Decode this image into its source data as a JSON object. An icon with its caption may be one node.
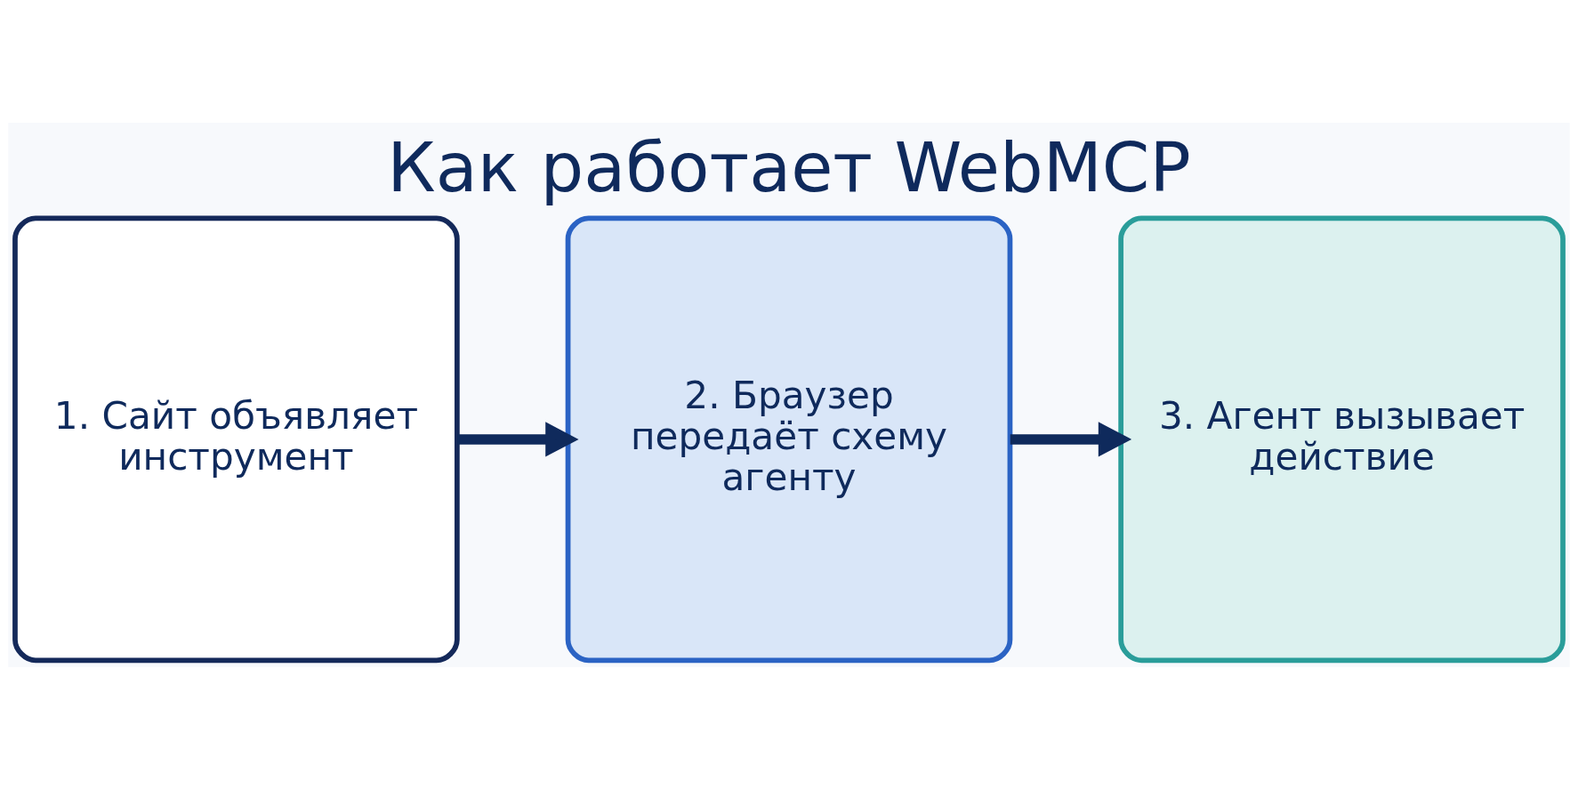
{
  "diagram": {
    "title": "Как работает WebMCP",
    "nodes": [
      {
        "text": [
          "1. Сайт объявляет инструмент"
        ]
      },
      {
        "text": [
          "2. Браузер передаёт схему агенту"
        ]
      },
      {
        "text": [
          "3. Агент вызывает действие"
        ]
      }
    ],
    "edges": [
      {
        "from": 0,
        "to": 1,
        "arrow": "to"
      },
      {
        "from": 1,
        "to": 2,
        "arrow": "to"
      }
    ]
  }
}
